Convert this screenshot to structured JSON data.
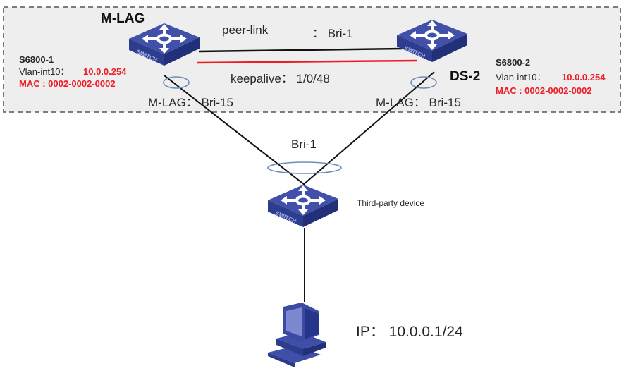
{
  "group": {
    "title": "M-LAG",
    "peer_link_label": "peer-link",
    "peer_link_value": "： Bri-1",
    "keepalive_label": "keepalive： 1/0/48"
  },
  "devices": {
    "left": {
      "name": "S6800-1",
      "vlan_label": "Vlan-int10：",
      "vlan_ip": "10.0.0.254",
      "mac": "MAC : 0002-0002-0002",
      "mlag_label": "M-LAG： Bri-15",
      "icon_text": "SWITCH"
    },
    "right": {
      "tag": "DS-2",
      "name": "S6800-2",
      "vlan_label": "Vlan-int10：",
      "vlan_ip": "10.0.0.254",
      "mac": "MAC : 0002-0002-0002",
      "mlag_label": "M-LAG： Bri-15",
      "icon_text": "SWITCH"
    },
    "third_party": {
      "name": "Third-party device",
      "aggregate_label": "Bri-1",
      "icon_text": "SWITCH"
    },
    "host": {
      "ip_label": "IP： 10.0.0.1/24"
    }
  },
  "colors": {
    "switch_top": "#3f4fa8",
    "switch_side": "#2b3a8a",
    "keepalive_link": "#ee1c25",
    "lag_ring": "#6f8fb8",
    "group_bg": "#eeeeee",
    "highlight_text": "#ee1c25"
  }
}
